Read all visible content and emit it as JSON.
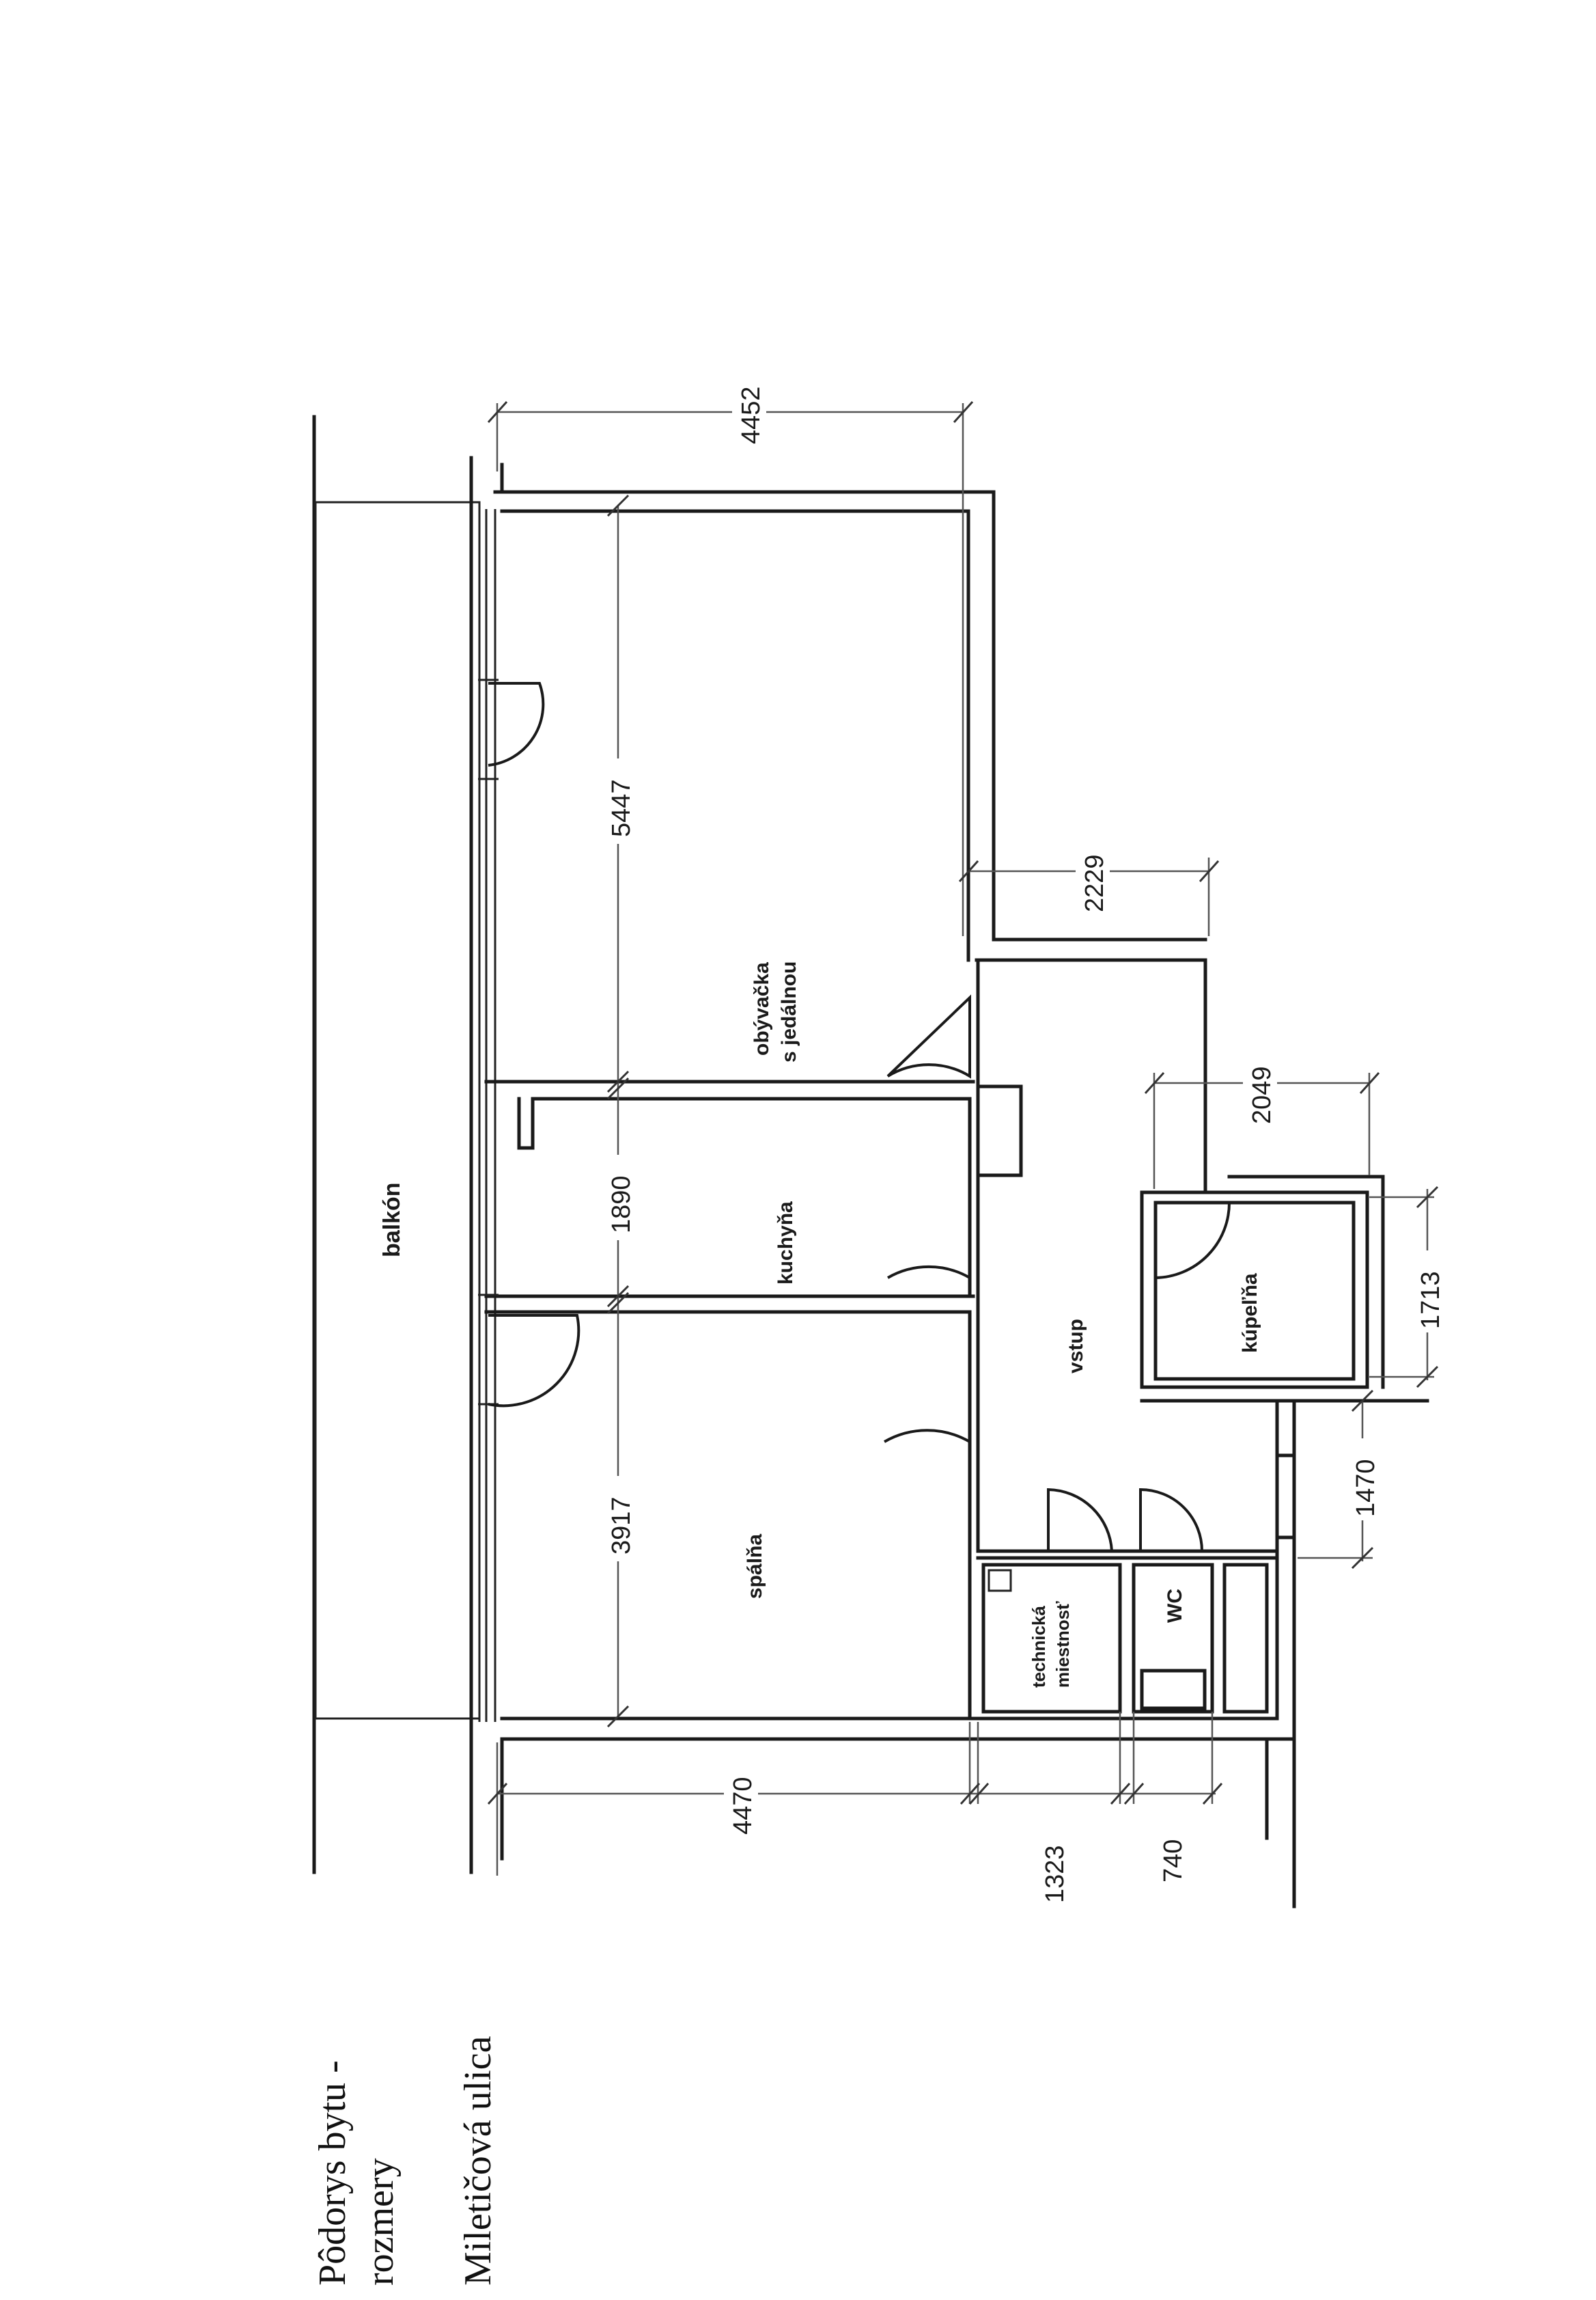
{
  "caption": {
    "line1": "Pôdorys bytu -",
    "line2": "rozmery",
    "street": "Miletičová ulica"
  },
  "rooms": {
    "balcony": "balkón",
    "living_line1": "obývačka",
    "living_line2": "s jedálnou",
    "kitchen": "kuchyňa",
    "bedroom": "spálňa",
    "entrance": "vstup",
    "bathroom": "kúpeľňa",
    "tech_line1": "technická",
    "tech_line2": "miestnosť",
    "wc": "WC"
  },
  "dimensions": {
    "living_width": "4452",
    "living_length": "5447",
    "kitchen_length": "1890",
    "bedroom_length": "3917",
    "bedroom_width": "4470",
    "tech_width": "1323",
    "wc_width": "740",
    "hall_offset": "2229",
    "bath_width": "2049",
    "bath_length": "1713",
    "hall_depth": "1470"
  }
}
